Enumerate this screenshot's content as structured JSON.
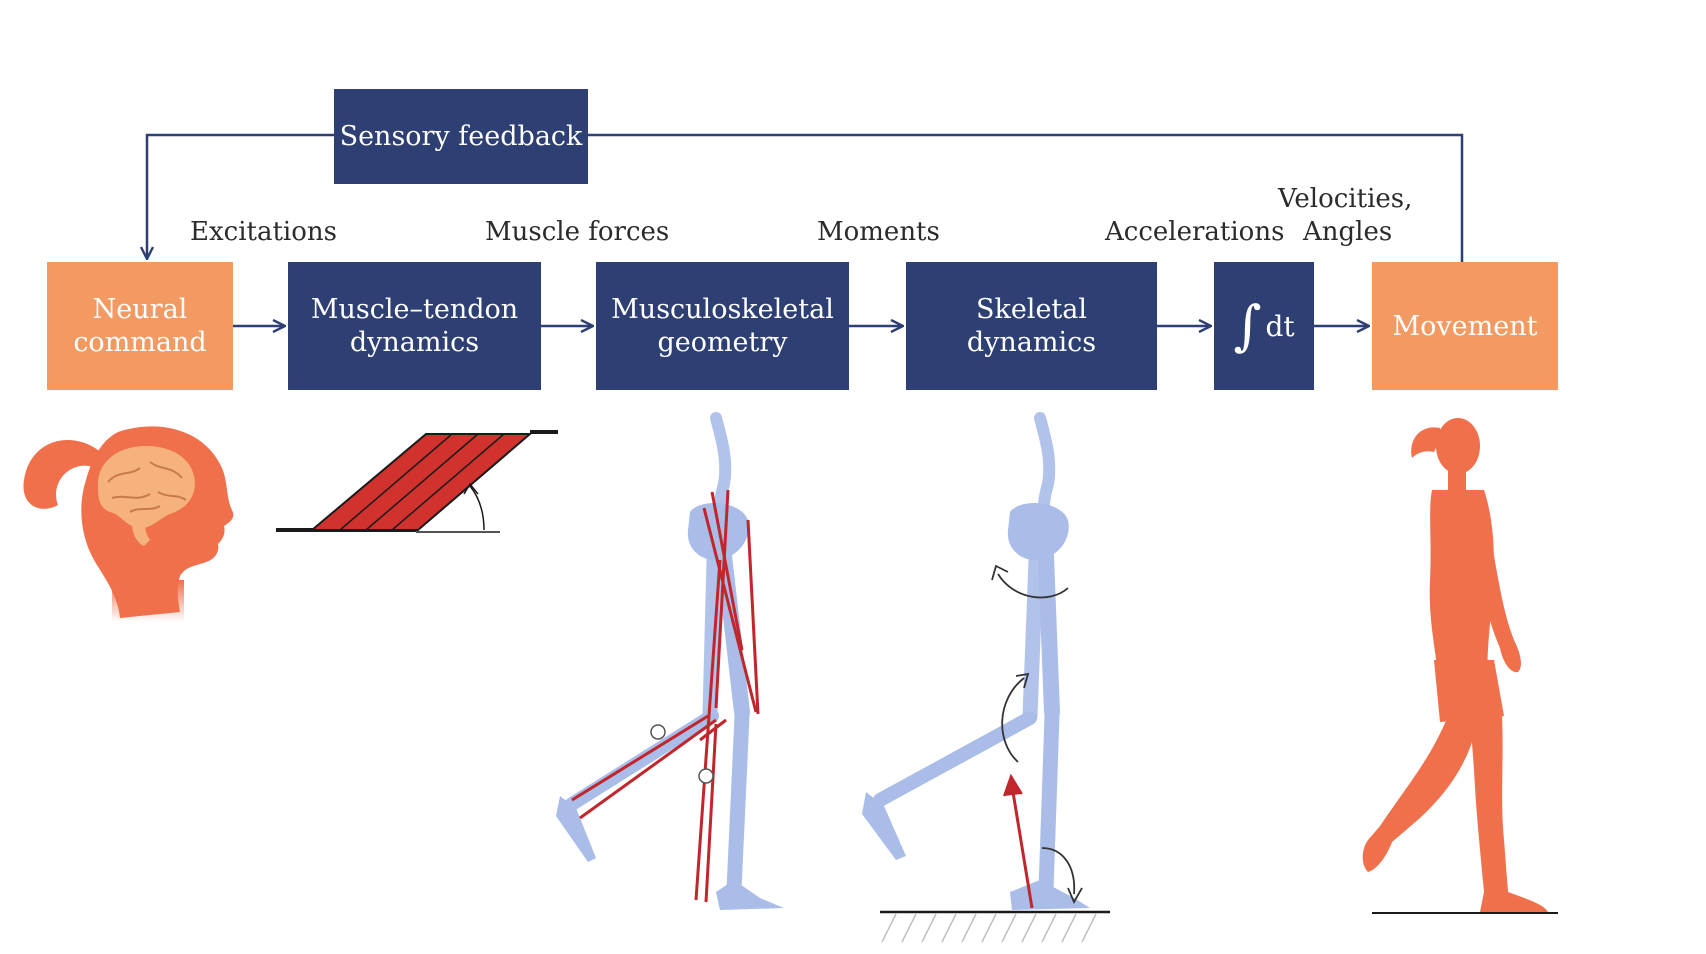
{
  "colors": {
    "navy": "#2e3f73",
    "orange_block": "#f39a63",
    "figure_orange": "#f0704c",
    "muscle_red": "#c0262b",
    "bone_blue": "#a9bde8",
    "line": "#2e3f73"
  },
  "feedback": {
    "label": "Sensory feedback"
  },
  "blocks": {
    "neural": {
      "line1": "Neural",
      "line2": "command"
    },
    "muscle_tendon": {
      "line1": "Muscle–tendon",
      "line2": "dynamics"
    },
    "musculoskeletal": {
      "line1": "Musculoskeletal",
      "line2": "geometry"
    },
    "skeletal": {
      "line1": "Skeletal",
      "line2": "dynamics"
    },
    "integrator": {
      "symbol": "∫",
      "text": "dt"
    },
    "movement": {
      "label": "Movement"
    }
  },
  "signals": {
    "excitations": "Excitations",
    "muscle_forces": "Muscle forces",
    "moments": "Moments",
    "accelerations": "Accelerations",
    "velocities": "Velocities,",
    "angles": "Angles"
  },
  "illustrations": {
    "head": "head-with-brain",
    "muscle": "pennated-muscle",
    "geometry": "skeleton-with-muscles",
    "dynamics": "skeleton-with-moments",
    "walker": "walking-woman-silhouette"
  }
}
